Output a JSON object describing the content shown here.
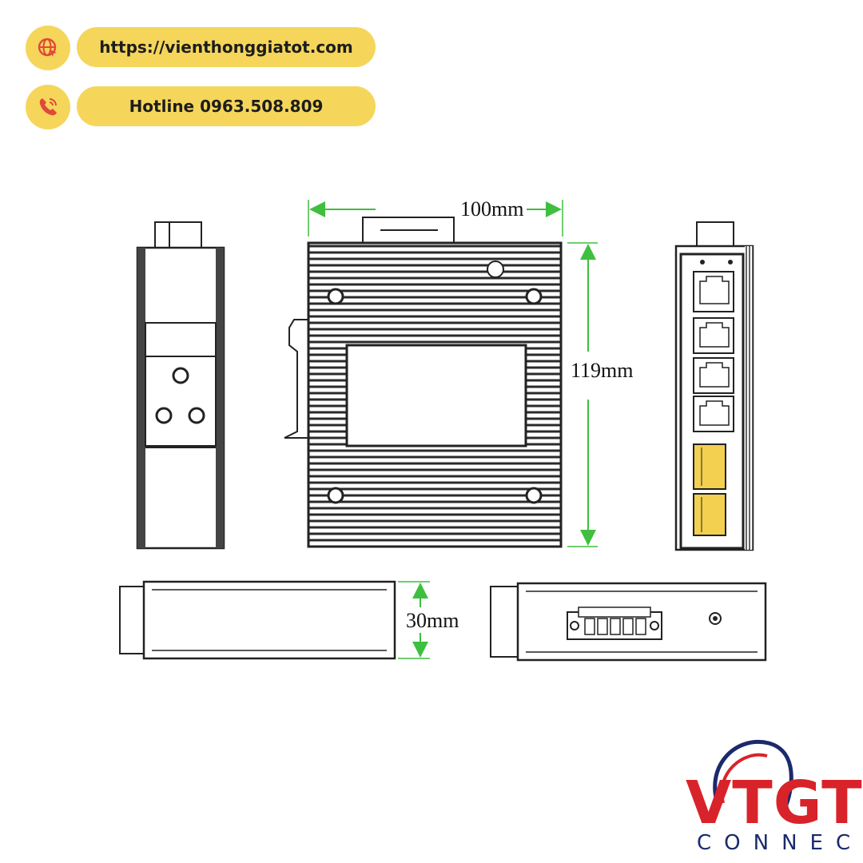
{
  "contact": {
    "website": "https://vienthonggiatot.com",
    "hotline": "Hotline 0963.508.809",
    "website_icon": "globe-cursor-icon",
    "hotline_icon": "phone-icon",
    "accent_color": "#f5d65a",
    "icon_color": "#e0483a"
  },
  "dimensions": {
    "width": "100mm",
    "height": "119mm",
    "depth": "30mm",
    "arrow_color": "#3fbf3f"
  },
  "brand": {
    "name": "VTGT",
    "tagline": "CONNECT",
    "primary_color": "#d8232a",
    "secondary_color": "#1a2a6c"
  }
}
